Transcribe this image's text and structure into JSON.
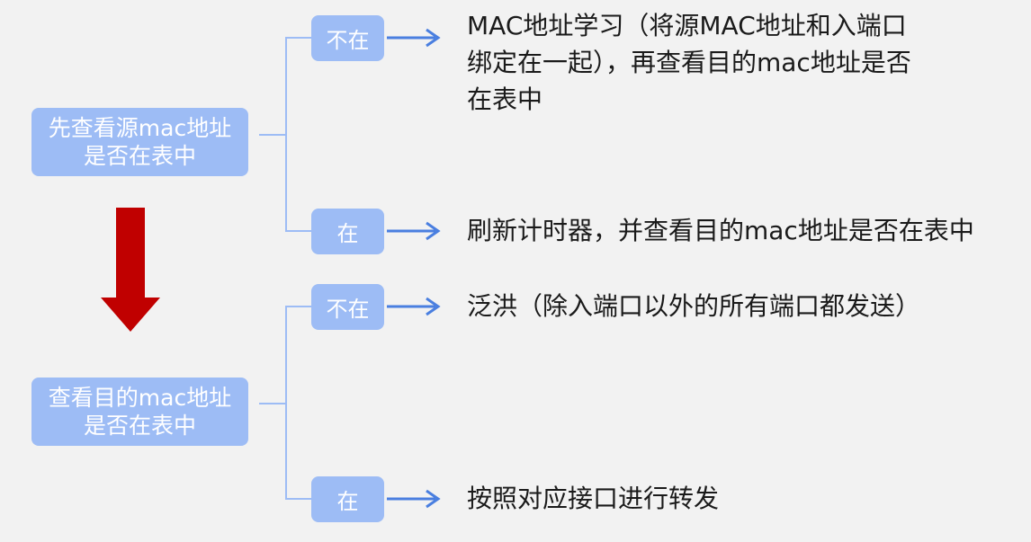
{
  "groups": [
    {
      "main_line1": "先查看源mac地址",
      "main_line2": "是否在表中",
      "branches": [
        {
          "tag": "不在",
          "result_lines": [
            "MAC地址学习（将源MAC地址和入端口",
            "绑定在一起），再查看目的mac地址是否",
            "在表中"
          ]
        },
        {
          "tag": "在",
          "result_lines": [
            "刷新计时器，并查看目的mac地址是否在表中"
          ]
        }
      ]
    },
    {
      "main_line1": "查看目的mac地址",
      "main_line2": "是否在表中",
      "branches": [
        {
          "tag": "不在",
          "result_lines": [
            "泛洪（除入端口以外的所有端口都发送）"
          ]
        },
        {
          "tag": "在",
          "result_lines": [
            "按照对应接口进行转发"
          ]
        }
      ]
    }
  ],
  "colors": {
    "background": "#f2f2f2",
    "box_fill": "#9dbcf5",
    "box_text": "#ffffff",
    "arrow_blue": "#4a7fe0",
    "bracket_line": "#9dbcf5",
    "down_arrow_red": "#c00000",
    "result_text": "#1a1a1a"
  }
}
